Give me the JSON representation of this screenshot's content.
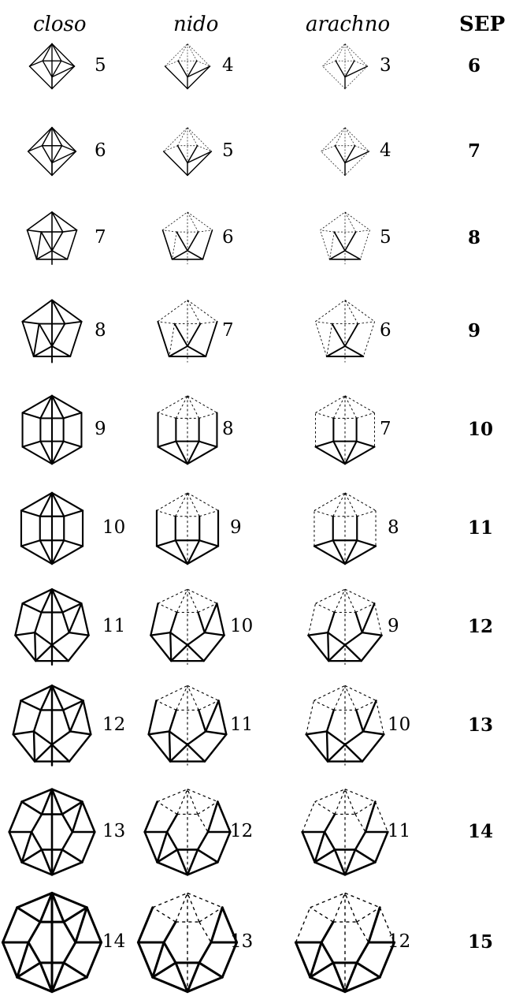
{
  "headers": {
    "closo": "closo",
    "nido": "nido",
    "arachno": "arachno",
    "sep": "SEP"
  },
  "rows": [
    {
      "closo": "5",
      "nido": "4",
      "arachno": "3",
      "sep": "6"
    },
    {
      "closo": "6",
      "nido": "5",
      "arachno": "4",
      "sep": "7"
    },
    {
      "closo": "7",
      "nido": "6",
      "arachno": "5",
      "sep": "8"
    },
    {
      "closo": "8",
      "nido": "7",
      "arachno": "6",
      "sep": "9"
    },
    {
      "closo": "9",
      "nido": "8",
      "arachno": "7",
      "sep": "10"
    },
    {
      "closo": "10",
      "nido": "9",
      "arachno": "8",
      "sep": "11"
    },
    {
      "closo": "11",
      "nido": "10",
      "arachno": "9",
      "sep": "12"
    },
    {
      "closo": "12",
      "nido": "11",
      "arachno": "10",
      "sep": "13"
    },
    {
      "closo": "13",
      "nido": "12",
      "arachno": "11",
      "sep": "14"
    },
    {
      "closo": "14",
      "nido": "13",
      "arachno": "12",
      "sep": "15"
    }
  ]
}
